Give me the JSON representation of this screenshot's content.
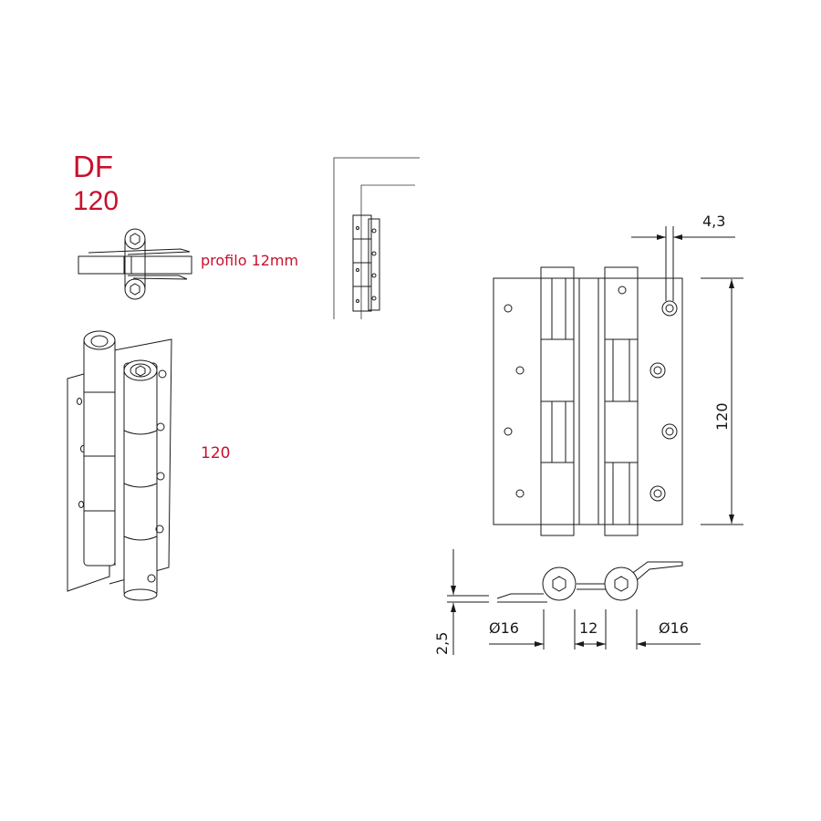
{
  "title": {
    "line1": "DF",
    "line2": "120"
  },
  "labels": {
    "profile": "profilo 12mm",
    "perspective_height": "120"
  },
  "dimensions": {
    "hole_offset": "4,3",
    "height": "120",
    "leaf_thickness": "2,5",
    "barrel_left": "Ø16",
    "barrel_gap": "12",
    "barrel_right": "Ø16"
  },
  "colors": {
    "accent": "#c8102e",
    "line": "#1a1a1a"
  }
}
